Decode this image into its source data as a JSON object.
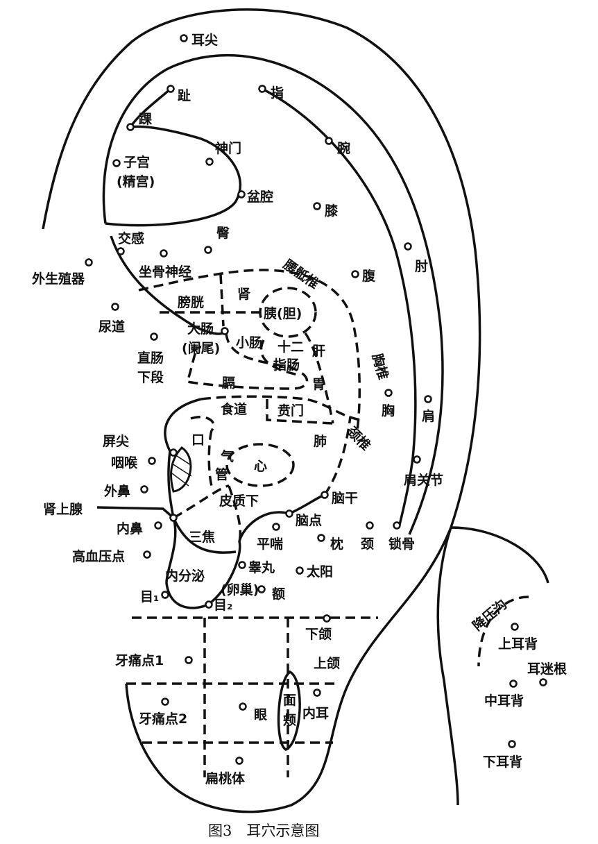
{
  "caption": "图3　耳穴示意图",
  "points": {
    "ear_apex": "耳尖",
    "toe": "趾",
    "finger": "指",
    "ankle": "踝",
    "shenmen": "神门",
    "uterus": "子宫",
    "uterus_alt": "(精宫)",
    "wrist": "腕",
    "pelvis": "盆腔",
    "knee": "膝",
    "sympathetic": "交感",
    "buttock": "臀",
    "ext_genitals": "外生殖器",
    "sciatic": "坐骨神经",
    "elbow": "肘",
    "abdomen": "腹",
    "urethra": "尿道",
    "bladder": "膀胱",
    "kidney": "肾",
    "pancreas": "胰(胆)",
    "lumbosacral": "腰骶椎",
    "large_intestine": "大肠",
    "appendix": "(阑尾)",
    "small_intestine": "小肠",
    "duodenum_1": "十二",
    "duodenum_2": "指肠",
    "liver": "肝",
    "rectum_1": "直肠",
    "rectum_2": "下段",
    "thoracic": "胸椎",
    "stomach": "胃",
    "diaphragm": "膈",
    "chest": "胸",
    "shoulder": "肩",
    "esophagus": "食道",
    "cardia": "贲门",
    "mouth": "口",
    "cervical": "颈椎",
    "lung": "肺",
    "tragus_apex": "屏尖",
    "throat": "咽喉",
    "trachea_1": "气",
    "trachea_2": "管",
    "heart": "心",
    "shoulder_joint": "肩关节",
    "ext_nose": "外鼻",
    "brainstem": "脑干",
    "adrenal": "肾上腺",
    "subcortex": "皮质下",
    "brain_point": "脑点",
    "int_nose": "内鼻",
    "sanjiao": "三焦",
    "asthma": "平喘",
    "occiput": "枕",
    "neck": "颈",
    "clavicle": "锁骨",
    "hypertension": "高血压点",
    "testis": "睾丸",
    "temple": "太阳",
    "endocrine": "内分泌",
    "ovary": "(卵巢)",
    "forehead": "额",
    "eye1": "目₁",
    "eye2": "目₂",
    "mandible": "下颌",
    "maxilla": "上颌",
    "toothache1": "牙痛点1",
    "cheek_1": "面",
    "cheek_2": "颊",
    "inner_ear": "内耳",
    "eye": "眼",
    "toothache2": "牙痛点2",
    "tonsil": "扁桃体",
    "groove": "降压沟",
    "upper_back": "上耳背",
    "vagus_root": "耳迷根",
    "middle_back": "中耳背",
    "lower_back": "下耳背"
  }
}
